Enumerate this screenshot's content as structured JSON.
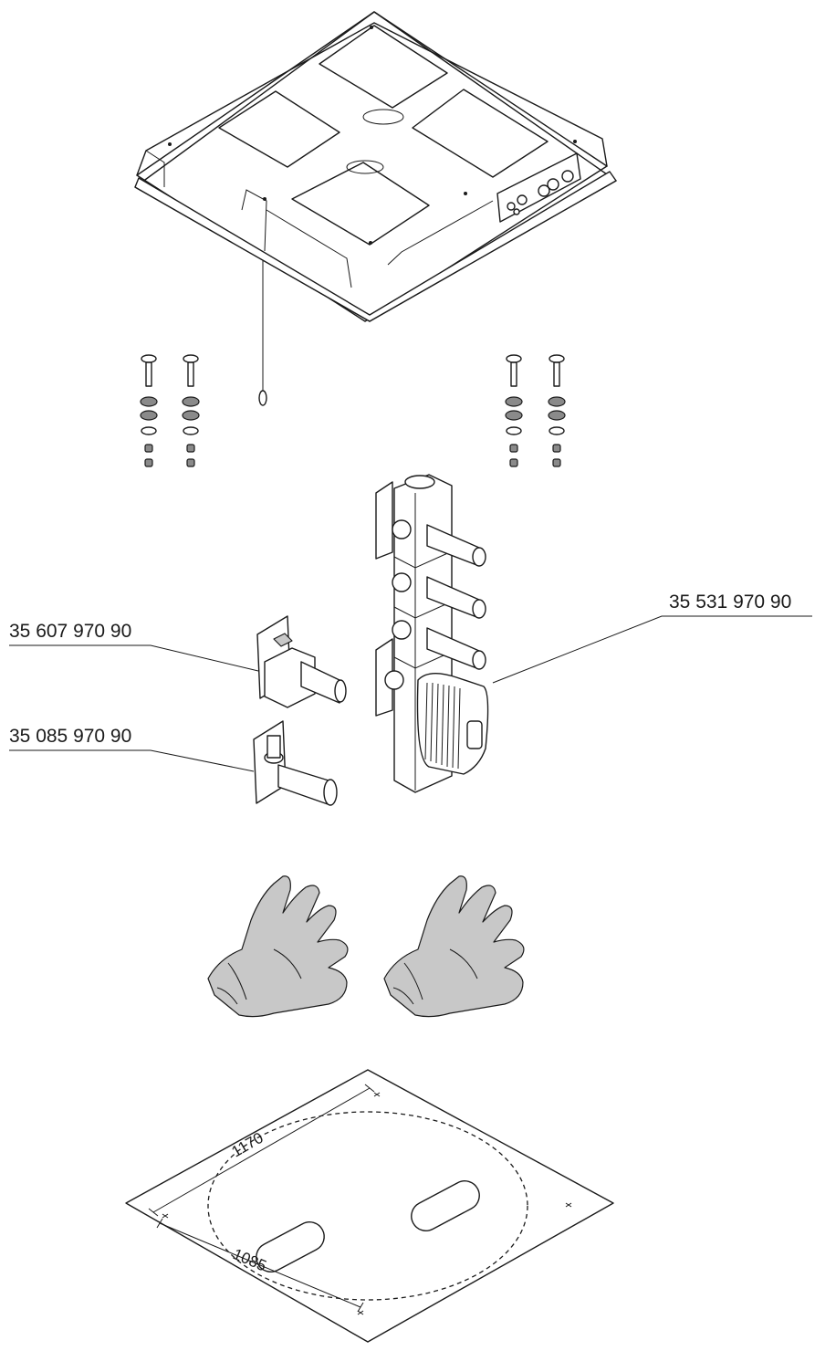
{
  "callouts": {
    "mixer_block": "35 531 970 90",
    "wall_valve": "35 607 970 90",
    "wall_elbow": "35 085 970 90"
  },
  "template": {
    "dim_width": "1170",
    "dim_depth": "1085"
  }
}
